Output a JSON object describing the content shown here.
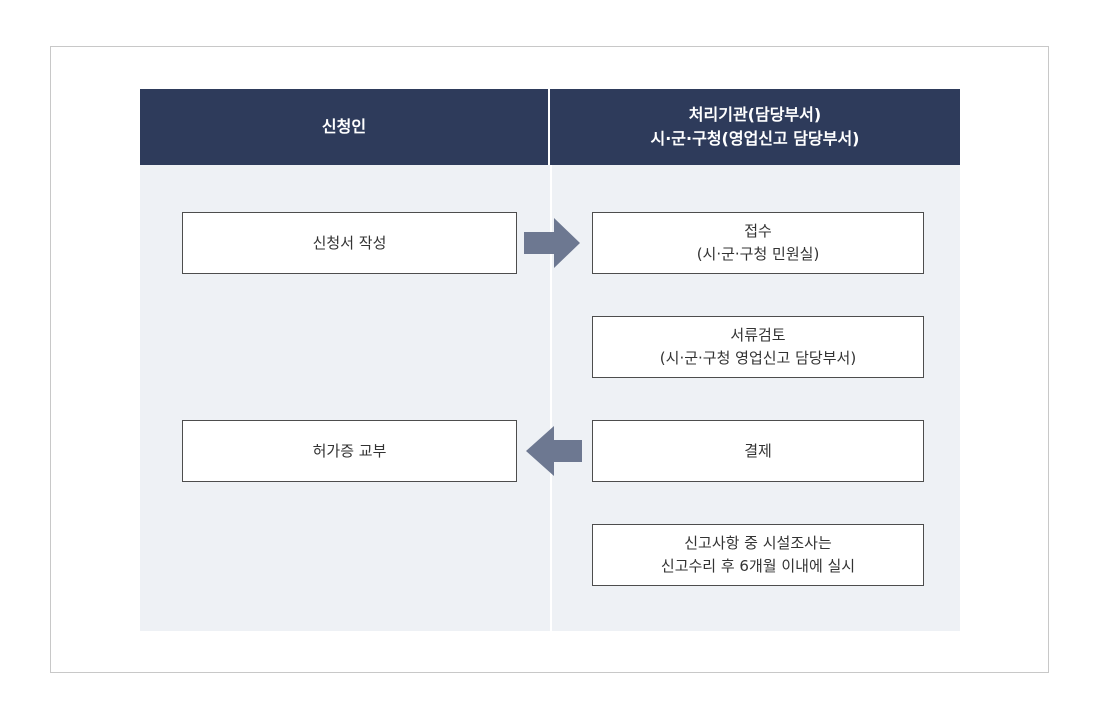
{
  "diagram": {
    "headers": {
      "left": "신청인",
      "right_line1": "처리기관(담당부서)",
      "right_line2": "시·군·구청(영업신고 담당부서)"
    },
    "boxes": {
      "application": "신청서 작성",
      "receipt_line1": "접수",
      "receipt_line2": "(시·군·구청 민원실)",
      "review_line1": "서류검토",
      "review_line2": "(시·군·구청 영업신고 담당부서)",
      "permit": "허가증 교부",
      "payment": "결제",
      "inspection_line1": "신고사항 중 시설조사는",
      "inspection_line2": "신고수리 후 6개월 이내에 실시"
    },
    "colors": {
      "header_bg": "#2e3b5b",
      "column_bg": "#eef1f5",
      "arrow": "#6d7891",
      "box_border": "#4d4d4d"
    }
  }
}
